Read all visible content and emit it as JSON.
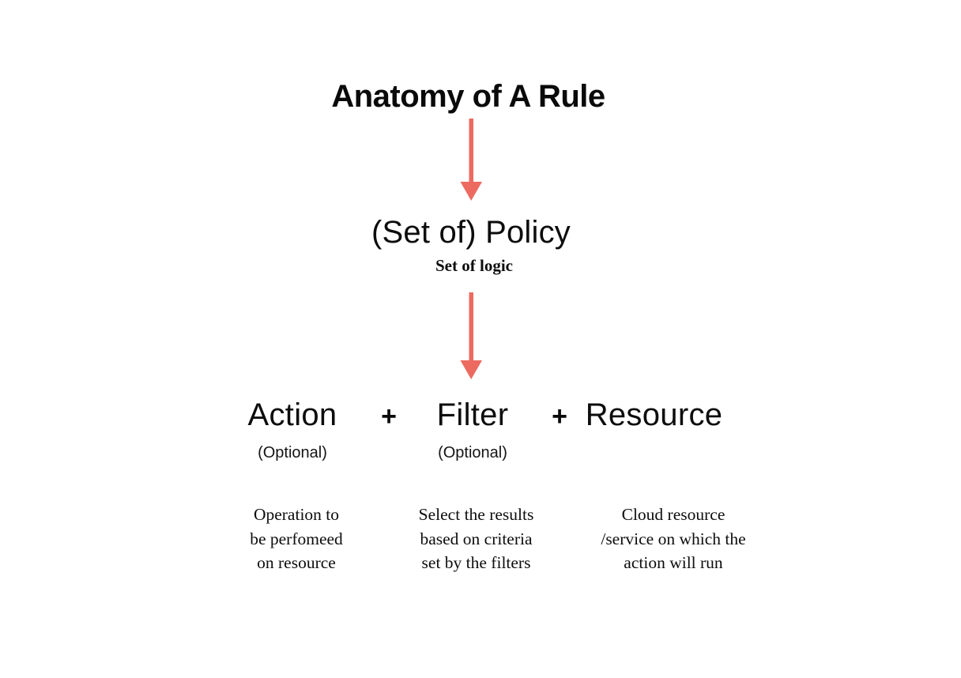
{
  "diagram": {
    "title": "Anatomy of A Rule",
    "background_color": "#ffffff",
    "accent_color": "#ec6a60",
    "text_color": "#0d0d0d",
    "policy": {
      "label": "(Set of) Policy",
      "subtitle": "Set of logic"
    },
    "operators": {
      "plus_1": "+",
      "plus_2": "+"
    },
    "components": [
      {
        "name": "Action",
        "optional_label": "(Optional)",
        "description_lines": [
          "Operation to",
          "be perfomeed",
          "on resource"
        ]
      },
      {
        "name": "Filter",
        "optional_label": "(Optional)",
        "description_lines": [
          "Select the results",
          "based on criteria",
          "set by the filters"
        ]
      },
      {
        "name": "Resource",
        "optional_label": "",
        "description_lines": [
          "Cloud resource",
          "/service on which the",
          "action will run"
        ]
      }
    ],
    "arrows": [
      {
        "name": "arrow-title-to-policy",
        "color": "#ec6a60"
      },
      {
        "name": "arrow-policy-to-components",
        "color": "#ec6a60"
      }
    ]
  }
}
